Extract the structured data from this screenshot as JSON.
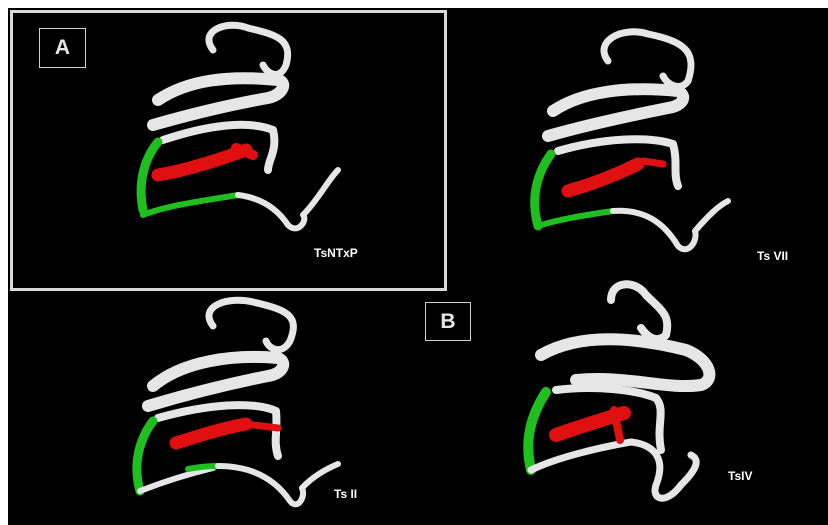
{
  "panels": {
    "a_label": "A",
    "b_label": "B"
  },
  "structures": [
    {
      "name": "TsNTxP"
    },
    {
      "name": "Ts VII"
    },
    {
      "name": "Ts II"
    },
    {
      "name": "TsIV"
    }
  ],
  "colors": {
    "background": "#000000",
    "ribbon": "#e6e6e6",
    "highlight_green": "#1fbf1f",
    "highlight_red": "#e01010",
    "frame": "#d9d9d9"
  },
  "icons": {
    "structure": "protein-ribbon-icon"
  }
}
